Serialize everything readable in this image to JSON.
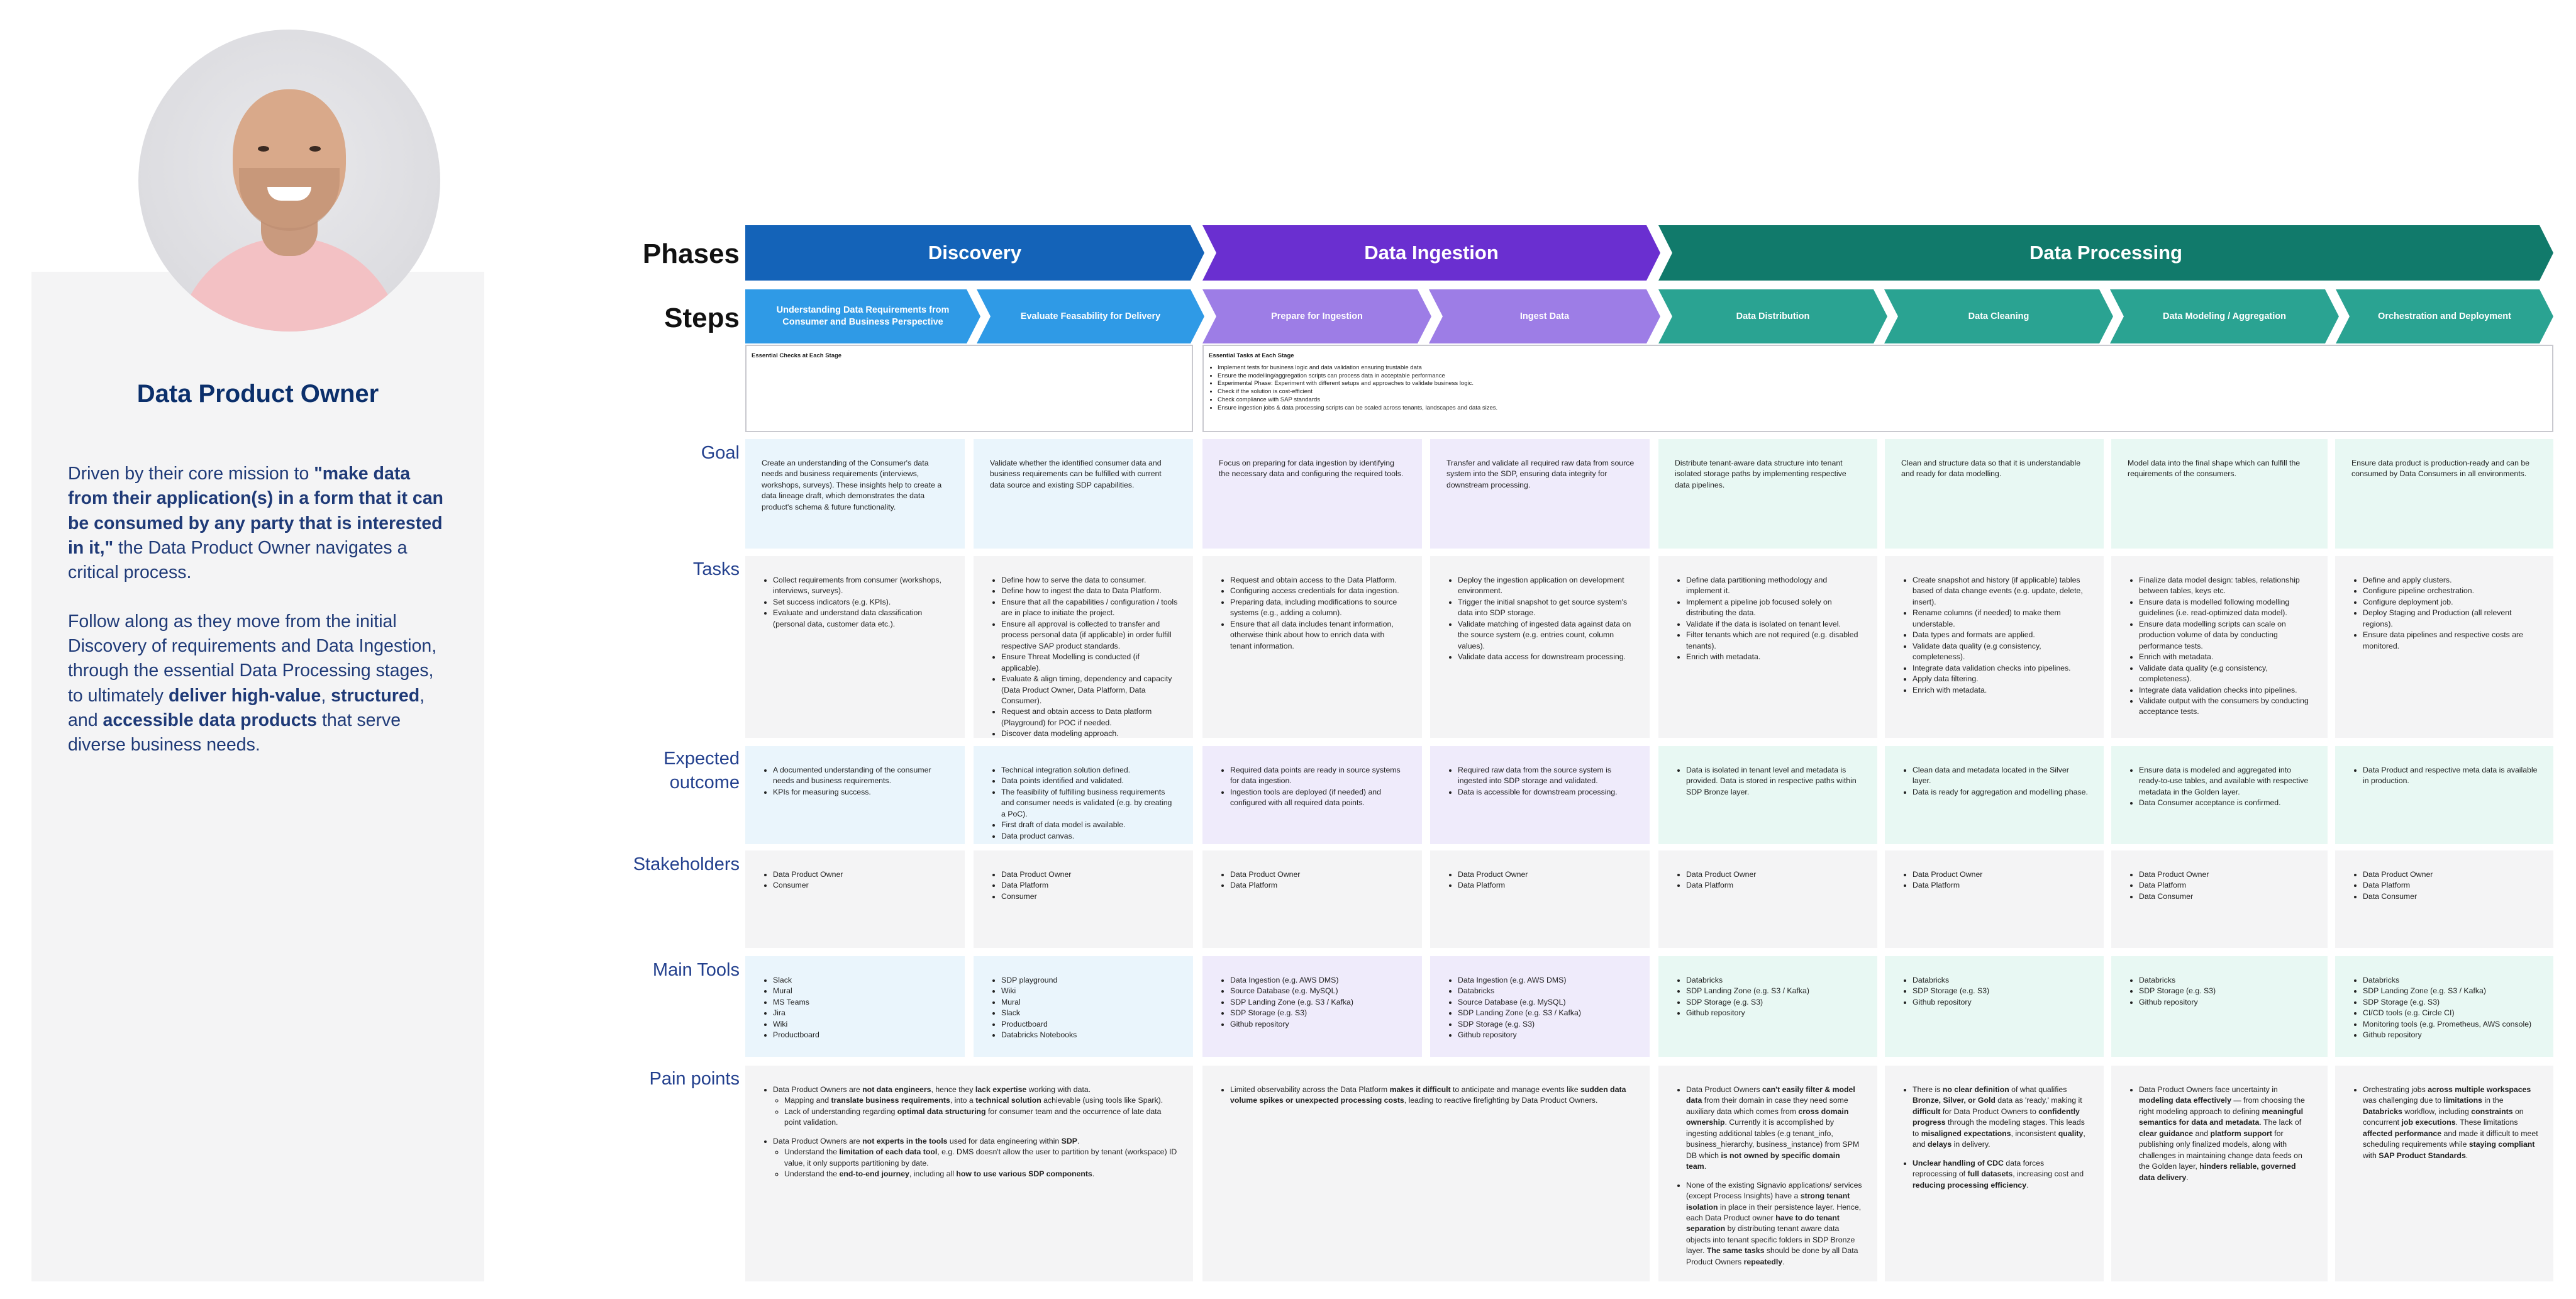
{
  "persona": {
    "title": "Data Product Owner",
    "para1_a": "Driven by their core mission to ",
    "para1_b": "\"make data from their application(s) in a form that it can be consumed by any party that is interested in it,\"",
    "para1_c": " the Data Product Owner navigates a critical process.",
    "para2_a": "Follow along as they move from the initial Discovery of requirements and Data Ingestion, through the essential Data Processing stages, to ultimately ",
    "para2_b": "deliver high-value",
    "para2_c": ", ",
    "para2_d": "structured",
    "para2_e": ", and ",
    "para2_f": "accessible data products",
    "para2_g": " that serve diverse business needs."
  },
  "labels": {
    "phases": "Phases",
    "steps": "Steps",
    "goal": "Goal",
    "tasks": "Tasks",
    "expected_a": "Expected",
    "expected_b": "outcome",
    "stakeholders": "Stakeholders",
    "tools": "Main Tools",
    "pain": "Pain points"
  },
  "colors": {
    "discovery": "#1463b8",
    "ingestion": "#6a2fd0",
    "processing": "#117a6b",
    "step_blue": "#2f9ae6",
    "step_purple": "#9d7de6",
    "step_teal": "#2aa392"
  },
  "phases": [
    "Discovery",
    "Data Ingestion",
    "Data Processing"
  ],
  "steps": [
    "Understanding Data Requirements from Consumer and Business Perspective",
    "Evaluate Feasability for Delivery",
    "Prepare for Ingestion",
    "Ingest Data",
    "Data Distribution",
    "Data Cleaning",
    "Data Modeling / Aggregation",
    "Orchestration and Deployment"
  ],
  "checks": {
    "discovery_title": "Essential Checks at Each Stage",
    "tasks_title": "Essential Tasks at Each Stage",
    "tasks_items": [
      "Implement tests for business logic and data validation ensuring trustable data",
      "Ensure the modelling/aggregation scripts can process data in acceptable performance",
      "Experimental Phase: Experiment with different setups and approaches to validate business logic.",
      "Check if the solution is cost-efficient",
      "Check compliance with SAP standards",
      "Ensure ingestion jobs & data processing scripts can be scaled across tenants, landscapes and data sizes."
    ]
  },
  "goal": [
    "Create an understanding of the Consumer's data needs and business requirements (interviews, workshops, surveys). These insights help to create a data lineage draft, which demonstrates the data product's schema & future functionality.",
    "Validate whether the identified consumer data and business requirements can be fulfilled with current data source and existing SDP capabilities.",
    "Focus on preparing for data ingestion by identifying the necessary data and configuring the required tools.",
    "Transfer and validate all required raw data from source system into the SDP, ensuring data integrity for downstream processing.",
    "Distribute tenant-aware data structure into tenant isolated storage paths by implementing respective data pipelines.",
    "Clean and structure data so that it is understandable and ready for data modelling.",
    "Model data into the final shape which can fulfill the requirements of the consumers.",
    "Ensure data product is production-ready and can be consumed by Data Consumers in all environments."
  ],
  "tasks": [
    [
      "Collect requirements from consumer (workshops, interviews, surveys).",
      "Set success indicators (e.g. KPIs).",
      "Evaluate and understand data classification (personal data, customer data etc.)."
    ],
    [
      "Define how to serve the data to consumer.",
      "Define how to ingest the data to Data Platform.",
      "Ensure that all the capabilities / configuration / tools are in place to initiate the project.",
      "Ensure all approval is collected to transfer and process personal data (if applicable) in order fulfill respective SAP product standards.",
      "Ensure Threat Modelling is conducted (if applicable).",
      "Evaluate & align timing, dependency and capacity (Data Product Owner, Data Platform, Data Consumer).",
      "Request and obtain access to Data platform (Playground) for POC if needed.",
      "Discover data modeling approach."
    ],
    [
      "Request and obtain access to the Data Platform.",
      "Configuring access credentials for data ingestion.",
      "Preparing data, including modifications to source systems (e.g., adding a column).",
      "Ensure that all data includes tenant information, otherwise think about how to enrich data with tenant information."
    ],
    [
      "Deploy the ingestion application on development environment.",
      "Trigger the initial snapshot to get source system's data into SDP storage.",
      "Validate matching of ingested data against data on the source system (e.g. entries count, column values).",
      "Validate data access for downstream processing."
    ],
    [
      "Define data partitioning methodology and implement it.",
      "Implement a pipeline job focused solely on distributing the data.",
      "Validate if the data is isolated on tenant level.",
      "Filter tenants which are not required (e.g. disabled tenants).",
      "Enrich with metadata."
    ],
    [
      "Create snapshot and history (if applicable) tables based of data change events (e.g. update, delete, insert).",
      "Rename columns (if needed) to make them understable.",
      "Data types and formats are applied.",
      "Validate data quality (e.g consistency, completeness).",
      "Integrate data validation checks into pipelines.",
      "Apply data filtering.",
      "Enrich with metadata."
    ],
    [
      "Finalize data model design: tables, relationship between tables, keys etc.",
      "Ensure data is modelled following modelling guidelines (i.e. read-optimized data model).",
      "Ensure data modelling scripts can scale on production volume of data by conducting performance tests.",
      "Enrich with metadata.",
      "Validate data quality (e.g consistency, completeness).",
      "Integrate data validation checks into pipelines.",
      "Validate output with the consumers by conducting acceptance tests."
    ],
    [
      "Define and apply clusters.",
      "Configure pipeline orchestration.",
      "Configure deployment job.",
      "Deploy Staging and Production (all relevent regions).",
      "Ensure data pipelines and respective costs are monitored."
    ]
  ],
  "outcome": [
    [
      "A documented understanding of the consumer needs and business requirements.",
      "KPIs for measuring success."
    ],
    [
      "Technical integration solution defined.",
      "Data points identified and validated.",
      "The feasibility of fulfilling business requirements and consumer needs is validated (e.g. by creating a PoC).",
      "First draft of data model is available.",
      "Data product canvas."
    ],
    [
      "Required data points are ready in source systems for data ingestion.",
      "Ingestion tools are deployed (if needed) and configured with all required data points."
    ],
    [
      "Required raw data from the source system is ingested into SDP storage and validated.",
      "Data is accessible for downstream processing."
    ],
    [
      "Data is isolated in tenant level and metadata is provided. Data is stored in respective paths within SDP Bronze layer."
    ],
    [
      "Clean data and metadata located in the Silver layer.",
      "Data is ready for aggregation and modelling phase."
    ],
    [
      "Ensure data is modeled and aggregated into ready-to-use tables, and available with respective metadata in the Golden layer.",
      "Data Consumer acceptance is confirmed."
    ],
    [
      "Data Product and respective meta data is available in production."
    ]
  ],
  "stakeholders": [
    [
      "Data Product Owner",
      "Consumer"
    ],
    [
      "Data Product Owner",
      "Data Platform",
      "Consumer"
    ],
    [
      "Data Product Owner",
      "Data Platform"
    ],
    [
      "Data Product Owner",
      "Data Platform"
    ],
    [
      "Data Product Owner",
      "Data Platform"
    ],
    [
      "Data Product Owner",
      "Data Platform"
    ],
    [
      "Data Product Owner",
      "Data Platform",
      "Data Consumer"
    ],
    [
      "Data Product Owner",
      "Data Platform",
      "Data Consumer"
    ]
  ],
  "tools": [
    [
      "Slack",
      "Mural",
      "MS Teams",
      "Jira",
      "Wiki",
      "Productboard"
    ],
    [
      "SDP playground",
      "Wiki",
      "Mural",
      "Slack",
      "Productboard",
      "Databricks Notebooks"
    ],
    [
      "Data Ingestion (e.g. AWS DMS)",
      "Source Database (e.g. MySQL)",
      "SDP Landing Zone (e.g. S3 / Kafka)",
      "SDP Storage (e.g. S3)",
      "Github repository"
    ],
    [
      "Data Ingestion (e.g. AWS DMS)",
      "Databricks",
      "Source Database (e.g. MySQL)",
      "SDP Landing Zone (e.g. S3 / Kafka)",
      "SDP Storage (e.g. S3)",
      "Github repository"
    ],
    [
      "Databricks",
      "SDP Landing Zone (e.g. S3 / Kafka)",
      "SDP Storage (e.g. S3)",
      "Github repository"
    ],
    [
      "Databricks",
      "SDP Storage (e.g. S3)",
      "Github repository"
    ],
    [
      "Databricks",
      "SDP Storage (e.g. S3)",
      "Github repository"
    ],
    [
      "Databricks",
      "SDP Landing Zone (e.g. S3 / Kafka)",
      "SDP Storage (e.g. S3)",
      "CI/CD tools (e.g. Circle CI)",
      "Monitoring tools (e.g. Prometheus, AWS console)",
      "Github repository"
    ]
  ],
  "pain": {
    "disc": {
      "a1": "Data Product Owners are ",
      "a2": "not data engineers",
      "a3": ", hence they ",
      "a4": "lack expertise",
      "a5": " working with data.",
      "b1": "Mapping and ",
      "b2": "translate business requirements",
      "b3": ", into a ",
      "b4": "technical solution",
      "b5": " achievable (using tools like Spark).",
      "c1": "Lack of understanding regarding ",
      "c2": "optimal data structuring",
      "c3": " for consumer team and the occurrence of late data point validation.",
      "d1": "Data Product Owners are ",
      "d2": "not experts in the tools",
      "d3": " used for data engineering within ",
      "d4": "SDP",
      "d5": ".",
      "e1": "Understand the ",
      "e2": "limitation of each data tool",
      "e3": ", e.g. DMS doesn't allow the user to partition by tenant (workspace) ID value, it only supports partitioning by date.",
      "f1": "Understand the ",
      "f2": "end-to-end journey",
      "f3": ", including all ",
      "f4": "how to use various SDP components",
      "f5": "."
    },
    "ing": {
      "a1": "Limited observability across the Data Platform ",
      "a2": "makes it difficult",
      "a3": " to anticipate and manage events like ",
      "a4": "sudden data volume spikes or unexpected processing costs",
      "a5": ", leading to reactive firefighting by Data Product Owners."
    },
    "dist": {
      "a1": "Data Product Owners ",
      "a2": "can't easily filter & model data",
      "a3": " from their domain in case they need some auxiliary data which comes from ",
      "a4": "cross domain ownership",
      "a5": ". Currently it is accomplished by ingesting additional tables (e.g tenant_info, business_hierarchy, business_instance) from SPM DB which ",
      "a6": "is not owned by specific domain team",
      "a7": ".",
      "b1": "None of the existing Signavio applications/ services (except Process Insights) have a ",
      "b2": "strong tenant isolation",
      "b3": " in place in their persistence layer. Hence, each Data Product owner ",
      "b4": "have to do tenant separation",
      "b5": " by distributing tenant aware data objects into tenant specific folders in SDP Bronze layer. ",
      "b6": "The same tasks",
      "b7": " should be done by all Data Product Owners ",
      "b8": "repeatedly",
      "b9": "."
    },
    "clean": {
      "a1": "There is ",
      "a2": "no clear definition",
      "a3": " of what qualifies ",
      "a4": "Bronze, Silver, or Gold",
      "a5": " data as 'ready,' making it ",
      "a6": "difficult",
      "a7": " for Data Product Owners to ",
      "a8": "confidently progress",
      "a9": " through the modeling stages. This leads to ",
      "a10": "misaligned expectations",
      "a11": ", inconsistent ",
      "a12": "quality",
      "a13": ", and ",
      "a14": "delays",
      "a15": " in delivery.",
      "b1": "Unclear handling of CDC",
      "b2": " data forces reprocessing of ",
      "b3": "full datasets",
      "b4": ", increasing cost and ",
      "b5": "reducing processing efficiency",
      "b6": "."
    },
    "model": {
      "a1": "Data Product Owners face uncertainty in ",
      "a2": "modeling data effectively",
      "a3": " — from choosing the right modeling approach to defining ",
      "a4": "meaningful semantics for data and metadata",
      "a5": ". The lack of ",
      "a6": "clear guidance",
      "a7": " and ",
      "a8": "platform support",
      "a9": " for publishing only finalized models, along with challenges in maintaining change data feeds on the Golden layer, ",
      "a10": "hinders reliable, governed data delivery",
      "a11": "."
    },
    "orch": {
      "a1": "Orchestrating jobs ",
      "a2": "across multiple workspaces",
      "a3": " was challenging due to ",
      "a4": "limitations",
      "a5": " in the ",
      "a6": "Databricks",
      "a7": " workflow, including ",
      "a8": "constraints",
      "a9": " on concurrent ",
      "a10": "job executions",
      "a11": ". These limitations ",
      "a12": "affected performance",
      "a13": " and made it difficult to meet scheduling requirements while ",
      "a14": "staying compliant",
      "a15": " with ",
      "a16": "SAP Product Standards",
      "a17": "."
    }
  }
}
